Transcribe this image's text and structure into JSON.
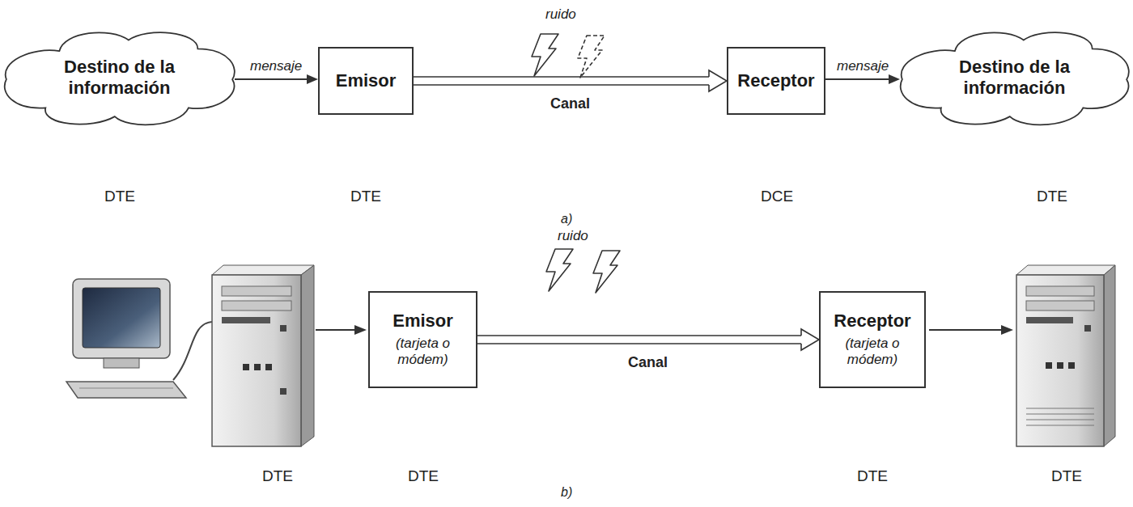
{
  "diagram": {
    "nodes": [
      {
        "text": [
          "Destino de la información"
        ]
      },
      {
        "text": [
          "Emisor"
        ]
      },
      {
        "text": [
          "Receptor"
        ]
      },
      {
        "text": [
          "Destino de la información"
        ]
      },
      {
        "text": [
          "Emisor",
          "(tarjeta o módem)"
        ]
      },
      {
        "text": [
          "Receptor",
          "(tarjeta o módem)"
        ]
      }
    ],
    "edges": [
      {
        "from": 0,
        "to": 1,
        "arrow": "to",
        "label": "mensaje"
      },
      {
        "from": 1,
        "to": 2,
        "arrow": "to",
        "label": "Canal"
      },
      {
        "from": 2,
        "to": 3,
        "arrow": "to",
        "label": "mensaje"
      },
      {
        "from": 4,
        "to": 5,
        "arrow": "to",
        "label": "Canal"
      }
    ],
    "labels": [
      "ruido",
      "DTE",
      "DTE",
      "DCE",
      "DTE",
      "a)",
      "ruido",
      "DTE",
      "DTE",
      "DTE",
      "DTE",
      "b)"
    ]
  }
}
